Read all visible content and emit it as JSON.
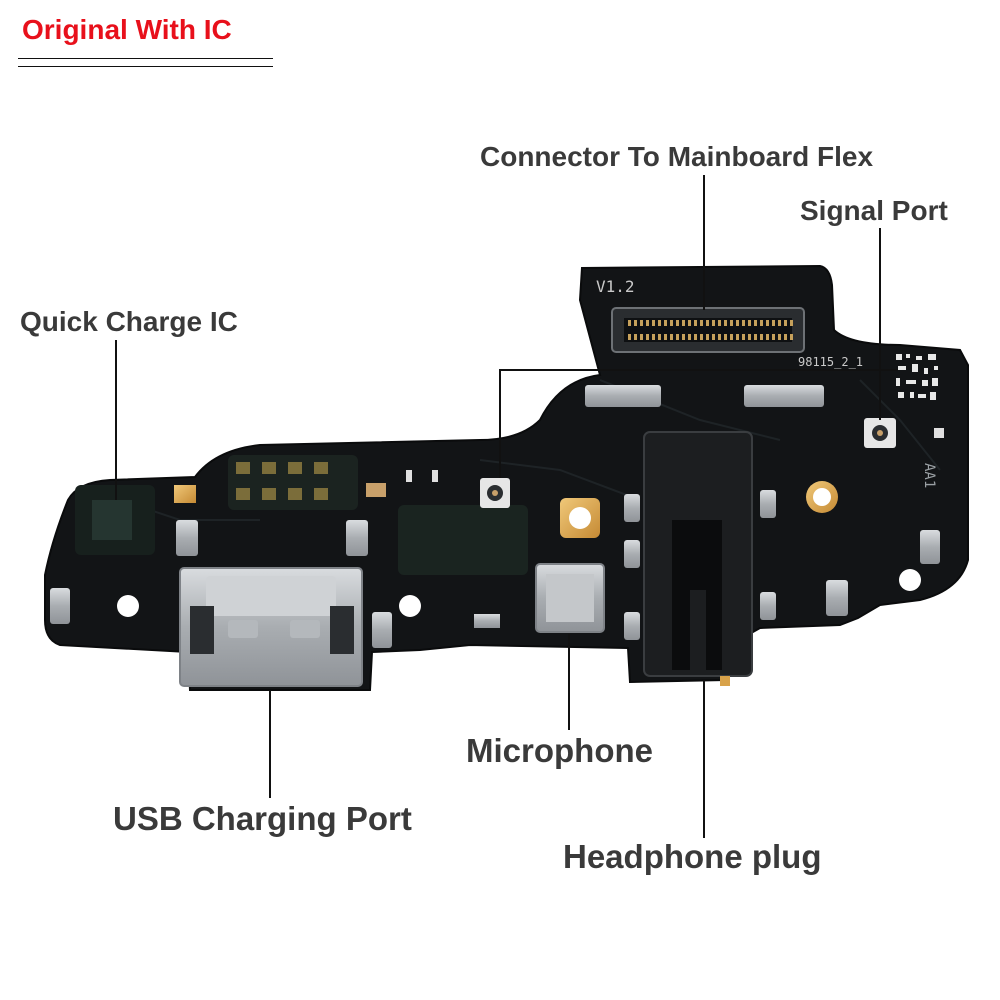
{
  "badge": {
    "text": "Original With IC",
    "color": "#e8101b"
  },
  "labels": {
    "connector": "Connector To Mainboard Flex",
    "signal_port": "Signal Port",
    "quick_charge": "Quick Charge IC",
    "microphone": "Microphone",
    "usb_port": "USB Charging Port",
    "headphone": "Headphone plug"
  },
  "board_marks": {
    "version": "V1.2",
    "serial": "98115_2_1",
    "code": "AA1"
  },
  "colors": {
    "board": "#121416",
    "label_text": "#3a3a3a",
    "leader_line": "#111111",
    "metal": "#b9bcbf",
    "gold": "#d8a24a"
  }
}
